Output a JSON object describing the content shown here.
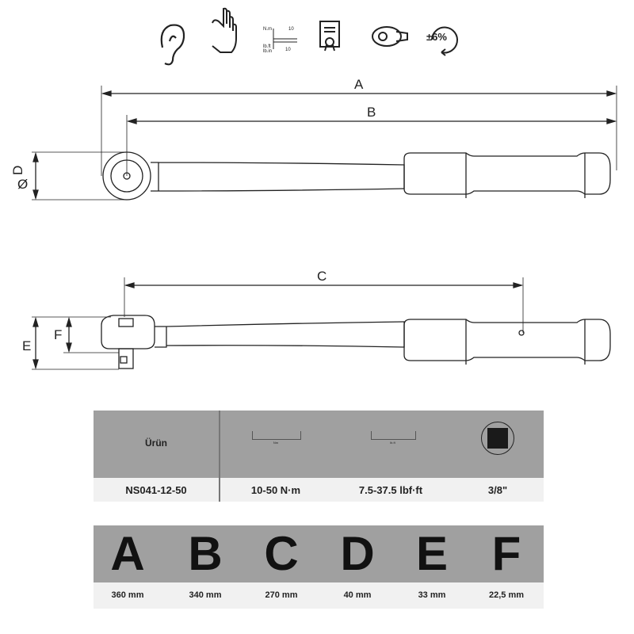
{
  "icons": [
    "ear-icon",
    "hand-icon",
    "dual-scale-icon",
    "certificate-icon",
    "ratchet-head-icon",
    "accuracy-icon"
  ],
  "icon_text": {
    "scale_top": "N.m",
    "scale_top_num": "10",
    "scale_bottom1": "lb.ft",
    "scale_bottom2": "lb.in",
    "scale_bottom_num": "10",
    "accuracy": "±6%"
  },
  "dimensions_labels": {
    "A": "A",
    "B": "B",
    "C": "C",
    "D": "D",
    "E": "E",
    "F": "F",
    "diameter": "Ø"
  },
  "spec_table": {
    "header": "Ürün",
    "product": "NS041-12-50",
    "torque_nm": "10-50 N·m",
    "torque_lbf": "7.5-37.5 lbf·ft",
    "drive": "3/8\"",
    "scale1_caption": "Nm",
    "scale2_caption": "lb.ft"
  },
  "dim_table": [
    {
      "letter": "A",
      "value": "360 mm"
    },
    {
      "letter": "B",
      "value": "340 mm"
    },
    {
      "letter": "C",
      "value": "270 mm"
    },
    {
      "letter": "D",
      "value": "40 mm"
    },
    {
      "letter": "E",
      "value": "33 mm"
    },
    {
      "letter": "F",
      "value": "22,5 mm"
    }
  ]
}
